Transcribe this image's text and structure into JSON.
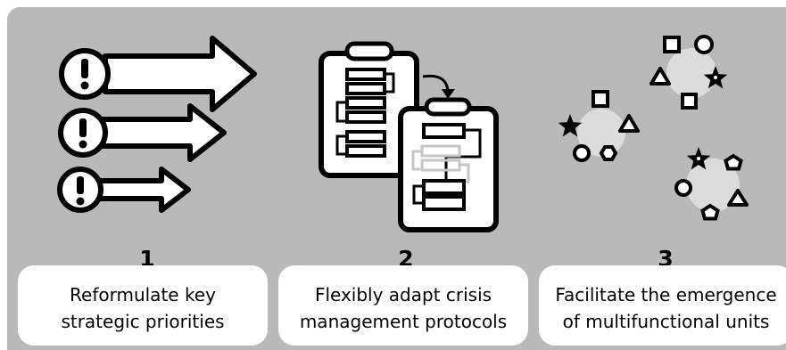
{
  "steps": [
    {
      "number": "1",
      "caption": "Reformulate key\nstrategic priorities",
      "icon": "priority-arrows"
    },
    {
      "number": "2",
      "caption": "Flexibly adapt crisis\nmanagement protocols",
      "icon": "clipboard-flowcharts"
    },
    {
      "number": "3",
      "caption": "Facilitate the emergence\nof multifunctional units",
      "icon": "shape-clusters"
    }
  ],
  "colors": {
    "background": "#b9b9b9",
    "card": "#ffffff",
    "ink": "#000000",
    "cluster": "#dcdcdc"
  }
}
